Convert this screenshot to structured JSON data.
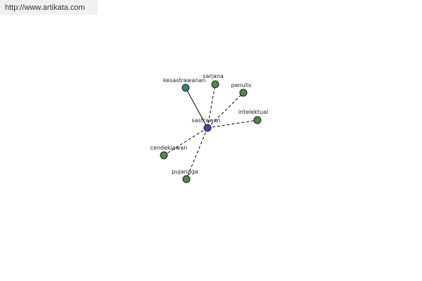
{
  "header": {
    "url": "http://www.artikata.com"
  },
  "graph": {
    "center": {
      "id": "sastrawan",
      "label": "sastrawan",
      "color": "#3b4da0"
    },
    "node_color": "#4d8a4d",
    "related_color": "#3d8080",
    "nodes": [
      {
        "id": "kesastrawanan",
        "label": "kesastrawanan",
        "link": "solid",
        "kind": "related"
      },
      {
        "id": "sarjana",
        "label": "sarjana",
        "link": "dashed",
        "kind": "synonym"
      },
      {
        "id": "penulis",
        "label": "penulis",
        "link": "dashed",
        "kind": "synonym"
      },
      {
        "id": "intelektual",
        "label": "intelektual",
        "link": "dashed",
        "kind": "synonym"
      },
      {
        "id": "cendekiawan",
        "label": "cendekiawan",
        "link": "dashed",
        "kind": "synonym"
      },
      {
        "id": "pujangga",
        "label": "pujangga",
        "link": "dashed",
        "kind": "synonym"
      }
    ]
  }
}
